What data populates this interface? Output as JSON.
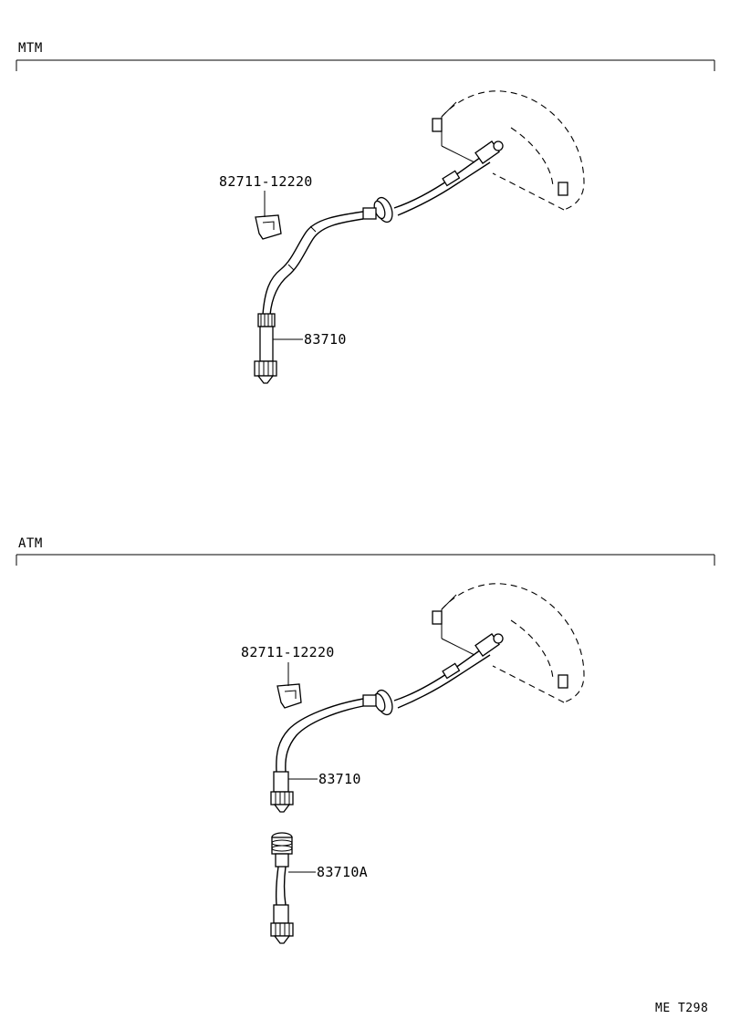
{
  "sections": {
    "mtm": {
      "title": "MTM",
      "parts": {
        "clip": "82711-12220",
        "cable": "83710"
      }
    },
    "atm": {
      "title": "ATM",
      "parts": {
        "clip": "82711-12220",
        "cable": "83710",
        "cable_sub": "83710A"
      }
    }
  },
  "footer": {
    "code": "ME  T298"
  }
}
